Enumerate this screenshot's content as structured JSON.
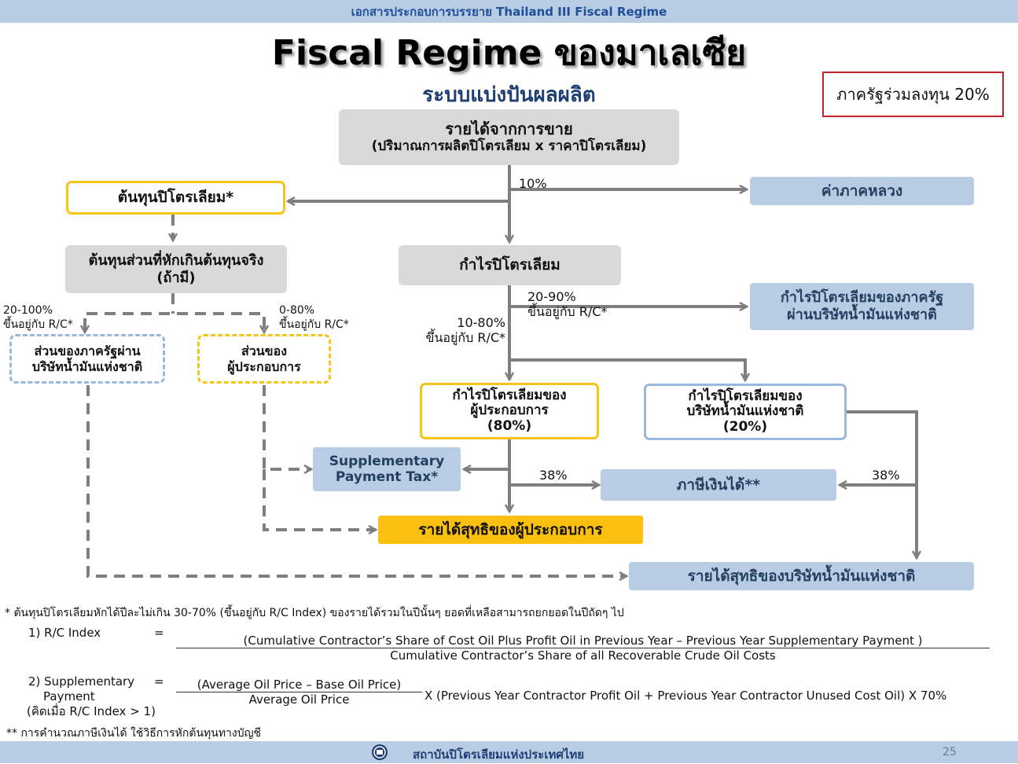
{
  "header": {
    "text": "เอกสารประกอบการบรรยาย Thailand III Fiscal Regime"
  },
  "title": "Fiscal Regime ของมาเลเซีย",
  "subtitle": "ระบบแบ่งปันผลผลิต",
  "state_participation": "ภาครัฐร่วมลงทุน 20%",
  "boxes": {
    "gross_revenue": {
      "line1": "รายได้จากการขาย",
      "line2": "(ปริมาณการผลิตปิโตรเลียม x ราคาปิโตรเลียม)"
    },
    "royalty": "ค่าภาคหลวง",
    "cost_oil": "ต้นทุนปิโตรเลียม*",
    "excess_cost": {
      "line1": "ต้นทุนส่วนที่หักเกินต้นทุนจริง",
      "line2": "(ถ้ามี)"
    },
    "profit_oil": "กำไรปิโตรเลียม",
    "state_profit_noc": {
      "line1": "กำไรปิโตรเลียมของภาครัฐ",
      "line2": "ผ่านบริษัทน้ำมันแห่งชาติ"
    },
    "state_share_noc": {
      "line1": "ส่วนของภาครัฐผ่าน",
      "line2": "บริษัทน้ำมันแห่งชาติ"
    },
    "contractor_share": {
      "line1": "ส่วนของ",
      "line2": "ผู้ประกอบการ"
    },
    "contractor_profit": {
      "line1": "กำไรปิโตรเลียมของ",
      "line2": "ผู้ประกอบการ",
      "line3": "(80%)"
    },
    "noc_profit": {
      "line1": "กำไรปิโตรเลียมของ",
      "line2": "บริษัทน้ำมันแห่งชาติ",
      "line3": "(20%)"
    },
    "spt": {
      "line1": "Supplementary",
      "line2": "Payment Tax*"
    },
    "income_tax": "ภาษีเงินได้**",
    "contractor_net": "รายได้สุทธิของผู้ประกอบการ",
    "noc_net": "รายได้สุทธิของบริษัทน้ำมันแห่งชาติ"
  },
  "labels": {
    "royalty_rate": "10%",
    "excess_left": {
      "line1": "20-100%",
      "line2": "ขึ้นอยู่กับ R/C*"
    },
    "excess_right": {
      "line1": "0-80%",
      "line2": "ขึ้นอยู่กับ R/C*"
    },
    "state_split": {
      "line1": "20-90%",
      "line2": "ขึ้นอยู่กับ R/C*"
    },
    "contractor_split": {
      "line1": "10-80%",
      "line2": "ขึ้นอยู่กับ R/C*"
    },
    "tax_rate_left": "38%",
    "tax_rate_right": "38%"
  },
  "footnotes": {
    "star": "*   ต้นทุนปิโตรเลียมหักได้ปีละไม่เกิน 30-70% (ขึ้นอยู่กับ R/C Index) ของรายได้รวมในปีนั้นๆ ยอดที่เหลือสามารถยกยอดในปีถัดๆ ไป",
    "rc_label": "1) R/C Index",
    "eq1": "=",
    "rc_numerator": "(Cumulative Contractor’s Share of Cost Oil Plus Profit Oil in Previous Year – Previous Year Supplementary Payment )",
    "rc_denominator": "Cumulative Contractor’s Share of all Recoverable Crude Oil Costs",
    "sp_label1": "2) Supplementary",
    "sp_label2": "Payment",
    "sp_label3": "(คิดเมื่อ R/C Index > 1)",
    "eq2": "=",
    "sp_numerator": "(Average Oil Price – Base Oil Price)",
    "sp_denominator": "Average Oil Price",
    "sp_multiplier": "X (Previous Year Contractor Profit Oil + Previous Year Contractor Unused Cost Oil)  X 70%",
    "double_star": "** การคำนวณภาษีเงินได้ ใช้วิธีการหักต้นทุนทางบัญชี"
  },
  "footer": {
    "text": "สถาบันปิโตรเลียมแห่งประเทศไทย",
    "page": "25",
    "logo_icon": "institute-logo-icon"
  },
  "colors": {
    "header_band": "#b8cce4",
    "yellow": "#f5c518",
    "orange": "#f9c010",
    "light_blue": "#b8cce4",
    "gray": "#d9d9d9",
    "arrow": "#7f7f7f",
    "red_border": "#c0252b"
  }
}
